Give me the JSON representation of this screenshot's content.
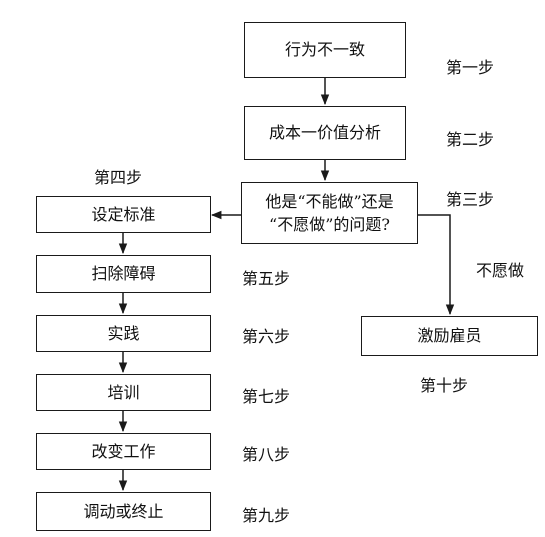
{
  "nodes": {
    "n1": "行为不一致",
    "n2": "成本一价值分析",
    "n3_line1": "他是“不能做”还是",
    "n3_line2": "“不愿做”的问题?",
    "n4": "设定标准",
    "n5": "扫除障碍",
    "n6": "实践",
    "n7": "培训",
    "n8": "改变工作",
    "n9": "调动或终止",
    "n10": "激励雇员"
  },
  "steps": {
    "s1": "第一步",
    "s2": "第二步",
    "s3": "第三步",
    "s4": "第四步",
    "s5": "第五步",
    "s6": "第六步",
    "s7": "第七步",
    "s8": "第八步",
    "s9": "第九步",
    "s10": "第十步"
  },
  "branch_label": "不愿做",
  "colors": {
    "line": "#1a1a1a",
    "text": "#111111",
    "background": "#ffffff"
  }
}
